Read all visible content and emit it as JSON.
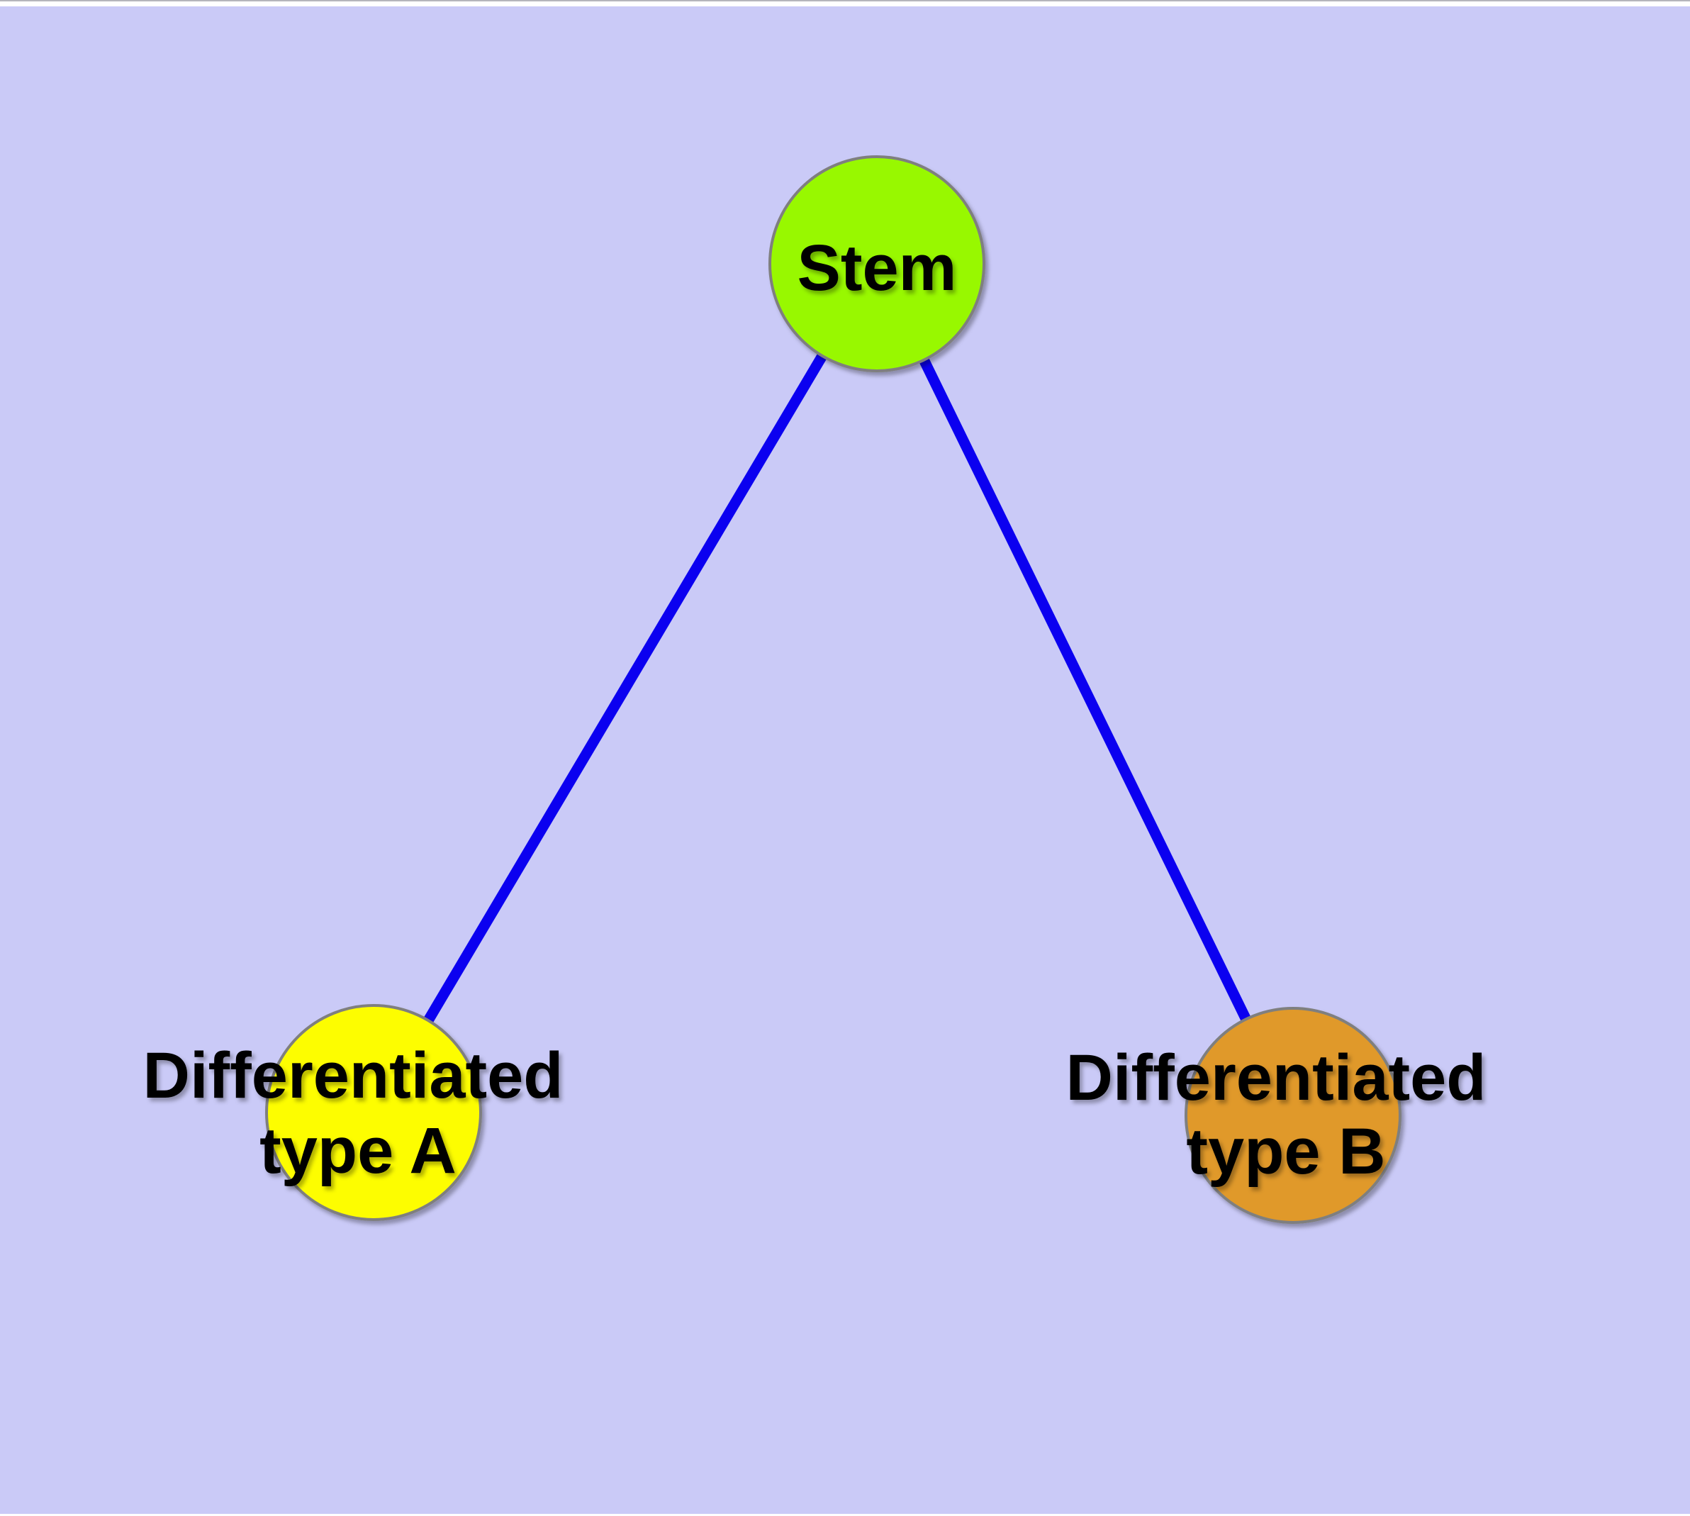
{
  "diagram": {
    "background_color": "#cacaf7",
    "frame": {
      "top_strip_color": "#ffffff",
      "top_hairline_color": "#b5b5bc",
      "bottom_strip_color": "#ffffff"
    },
    "edge_color": "#0b00f0",
    "node_border_color": "#7f7f7f",
    "label_color": "#000000",
    "nodes": [
      {
        "id": "stem",
        "label": "Stem",
        "fill": "#98f802"
      },
      {
        "id": "differentiated-type-a",
        "label_line1": "Differentiated",
        "label_line2": "type A",
        "fill": "#fdfd00"
      },
      {
        "id": "differentiated-type-b",
        "label_line1": "Differentiated",
        "label_line2": "type B",
        "fill": "#e0992a"
      }
    ],
    "edges": [
      {
        "from": "stem",
        "to": "differentiated-type-a"
      },
      {
        "from": "stem",
        "to": "differentiated-type-b"
      }
    ]
  }
}
